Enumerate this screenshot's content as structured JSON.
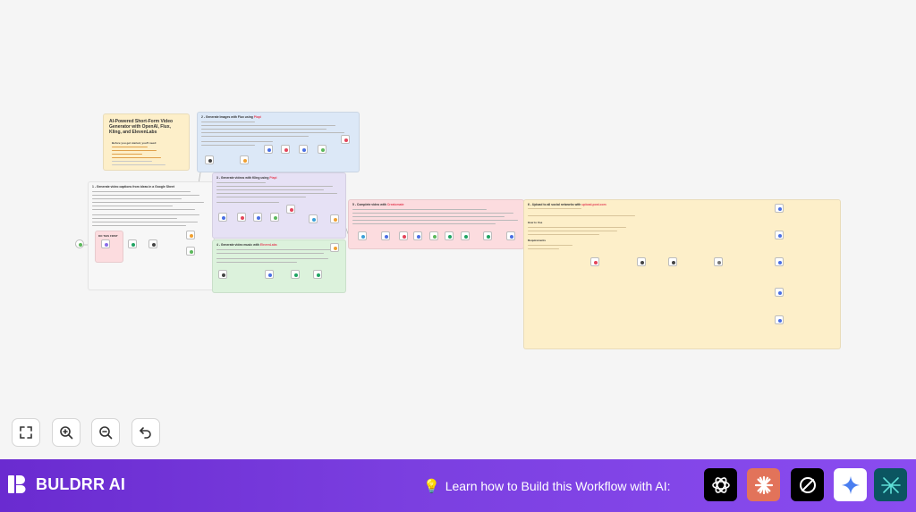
{
  "canvas": {
    "groups": [
      {
        "id": "intro",
        "title": "",
        "color": "#fdefc9"
      },
      {
        "id": "g1",
        "title": "1 - Generate video captions from ideas in a Google Sheet",
        "color": "#f7f7f7"
      },
      {
        "id": "g2",
        "title": "2 - Generate Images with Flux using",
        "title_accent": "Piapi",
        "color": "#dce8f7"
      },
      {
        "id": "g3",
        "title": "3 - Generate videos with Kling using",
        "title_accent": "Piapi",
        "color": "#e6e1f5"
      },
      {
        "id": "g4",
        "title": "4 - Generate video music with",
        "title_accent": "ElevenLabs",
        "color": "#dcf2dc"
      },
      {
        "id": "g5",
        "title": "5 - Complete video with",
        "title_accent": "Creatomate",
        "color": "#fcdcdf"
      },
      {
        "id": "g6",
        "title": "6 - Upload to all social networks with",
        "title_accent": "upload-post.com",
        "color": "#fdefc9"
      }
    ],
    "intro_note": {
      "title": "AI-Powered Short-Form Video Generator with OpenAI, Flux, Kling, and ElevenLabs",
      "subtitle": "Before you get started, you'll need:"
    },
    "edit_note": "DO THIS FIRST",
    "how_to_use": "How to Use",
    "requirements": "Requirements"
  },
  "controls": {
    "fit": "fit-view",
    "zoom_in": "zoom-in",
    "zoom_out": "zoom-out",
    "reset": "reset-zoom"
  },
  "footer": {
    "brand": "BULDRR AI",
    "learn_text": "Learn how to Build this Workflow with AI:",
    "ai_tools": [
      "chatgpt",
      "claude",
      "perplexity",
      "gemini",
      "deepseek"
    ]
  },
  "colors": {
    "footer_start": "#6a2bd0",
    "footer_end": "#8a4cf0",
    "accent_red": "#e4455a"
  }
}
